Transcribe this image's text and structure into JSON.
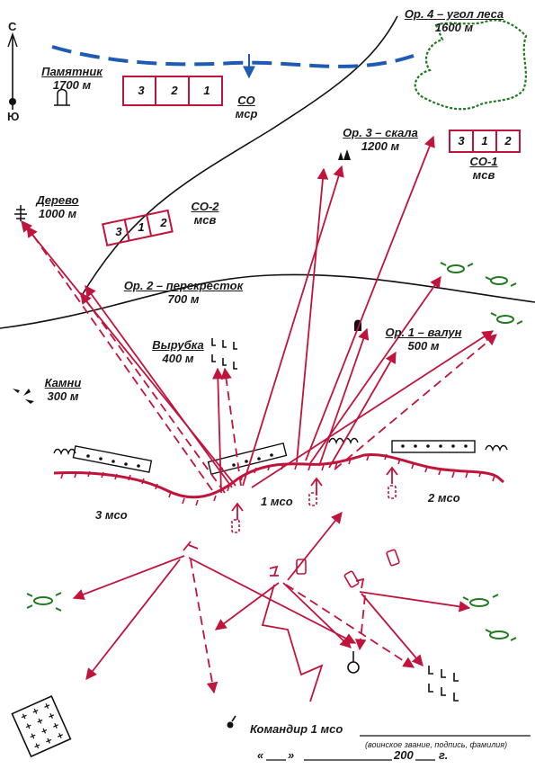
{
  "compass": {
    "north": "С",
    "south": "Ю"
  },
  "landmarks": {
    "monument": {
      "name": "Памятник",
      "distance": "1700 м"
    },
    "tree": {
      "name": "Дерево",
      "distance": "1000 м"
    },
    "stones": {
      "name": "Камни",
      "distance": "300 м"
    },
    "clearing": {
      "name": "Вырубка",
      "distance": "400 м"
    },
    "orient1": {
      "name": "Ор. 1 – валун",
      "distance": "500 м"
    },
    "orient2": {
      "name": "Ор. 2 – перекресток",
      "distance": "700 м"
    },
    "orient3": {
      "name": "Ор. 3 – скала",
      "distance": "1200 м"
    },
    "orient4": {
      "name": "Ор. 4 – угол леса",
      "distance": "1600 м"
    }
  },
  "enemy_units": {
    "co": {
      "name": "СО",
      "sub": "мср"
    },
    "co1": {
      "name": "СО-1",
      "sub": "мсв",
      "cells": [
        "3",
        "1",
        "2"
      ]
    },
    "co2": {
      "name": "СО-2",
      "sub": "мсв",
      "cells": [
        "3",
        "1",
        "2"
      ]
    },
    "top": {
      "cells": [
        "3",
        "2",
        "1"
      ]
    }
  },
  "own_units": {
    "squad1": "1 мсо",
    "squad2": "2 мсо",
    "squad3": "3 мсо"
  },
  "signature": {
    "commander": "Командир 1 мсо",
    "hint": "(воинское звание, подпись, фамилия)",
    "date_open": "«",
    "date_close": "»",
    "year_prefix": "200",
    "year_suffix": "г."
  },
  "colors": {
    "own": "#c0143c",
    "enemy": "#c0143c",
    "river": "#1e5bb5",
    "forest": "#1f7a1f",
    "lines": "#111111"
  }
}
